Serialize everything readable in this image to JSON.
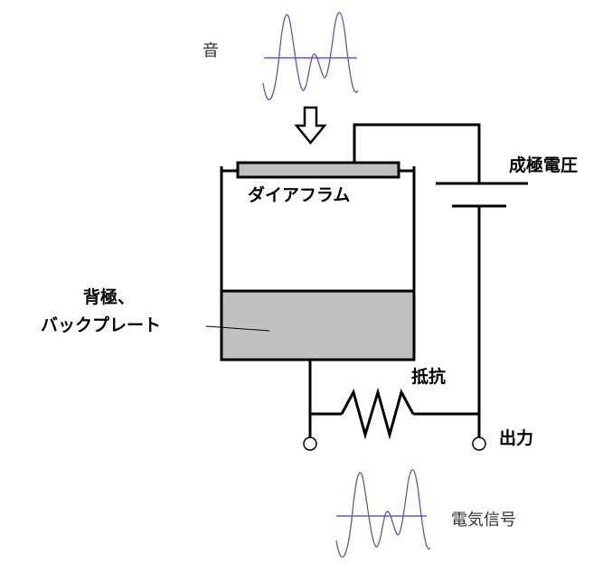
{
  "labels": {
    "sound": "音",
    "diaphragm": "ダイアフラム",
    "polarizing_voltage": "成極電圧",
    "backplate_line1": "背極、",
    "backplate_line2": "バックプレート",
    "resistor": "抵抗",
    "output": "出力",
    "electric_signal": "電気信号"
  },
  "colors": {
    "line": "#000000",
    "waveform": "#5a5aa8",
    "waveform_axis": "#3c3cc8",
    "backplate_fill": "#c0c0c0",
    "diaphragm_fill": "#c0c0c0"
  }
}
